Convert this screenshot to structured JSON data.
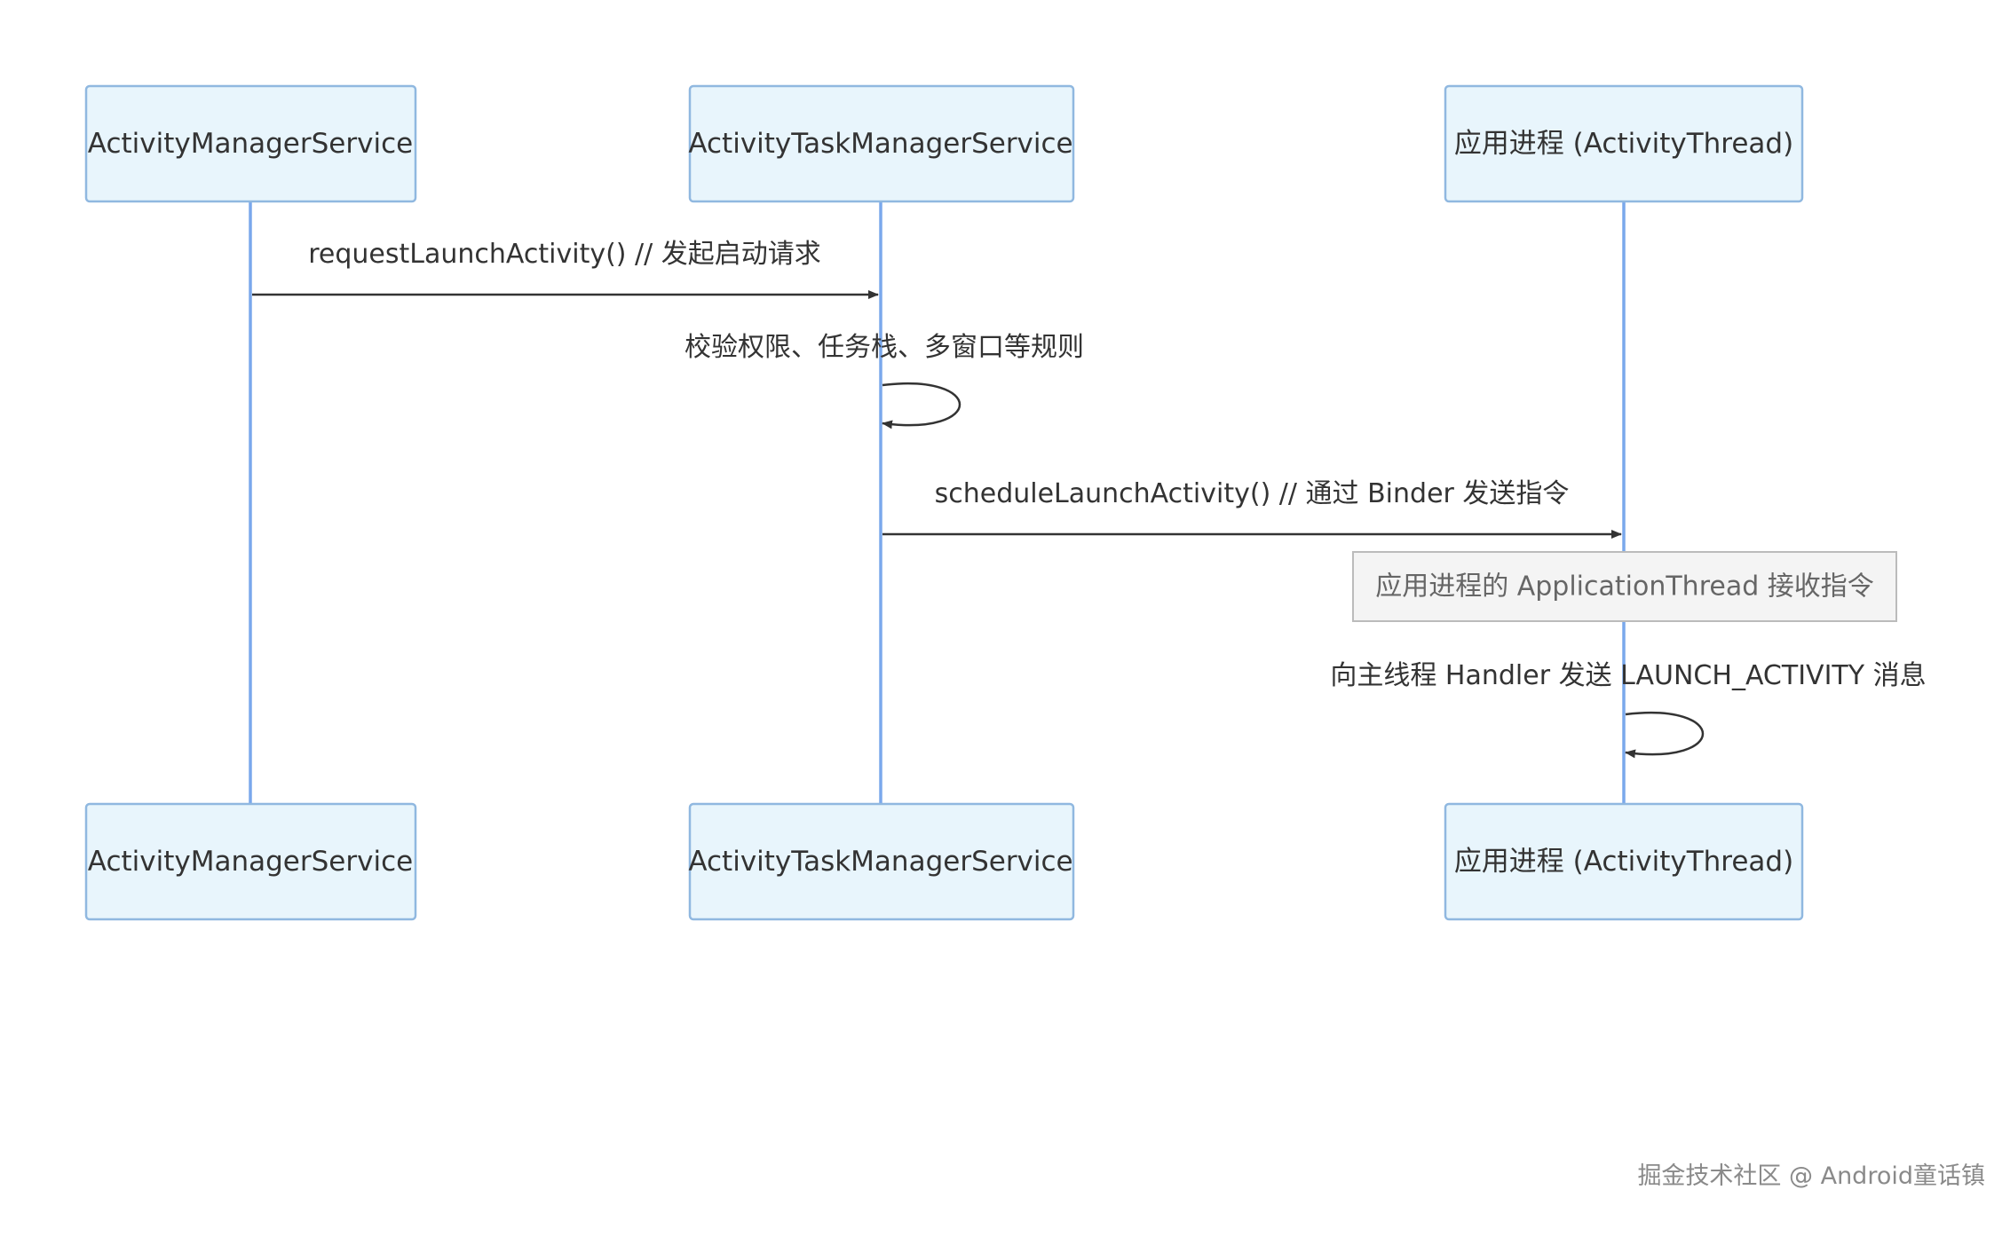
{
  "participants": [
    {
      "id": "ams",
      "label": "ActivityManagerService"
    },
    {
      "id": "atms",
      "label": "ActivityTaskManagerService"
    },
    {
      "id": "app",
      "label": "应用进程 (ActivityThread)"
    }
  ],
  "messages": [
    {
      "from": "ams",
      "to": "atms",
      "label": "requestLaunchActivity() // 发起启动请求"
    },
    {
      "from": "atms",
      "to": "atms",
      "label": "校验权限、任务栈、多窗口等规则"
    },
    {
      "from": "atms",
      "to": "app",
      "label": "scheduleLaunchActivity() // 通过 Binder 发送指令"
    },
    {
      "from": "app",
      "to": "app",
      "label": "向主线程 Handler 发送 LAUNCH_ACTIVITY 消息"
    }
  ],
  "note": {
    "over": "app",
    "text": "应用进程的 ApplicationThread 接收指令"
  },
  "watermark": "掘金技术社区 @ Android童话镇",
  "colors": {
    "actor_fill": "#e8f5fc",
    "actor_stroke": "#90b8e0",
    "lifeline": "#7aa8ec",
    "arrow": "#333333",
    "note_fill": "#f4f4f4"
  }
}
